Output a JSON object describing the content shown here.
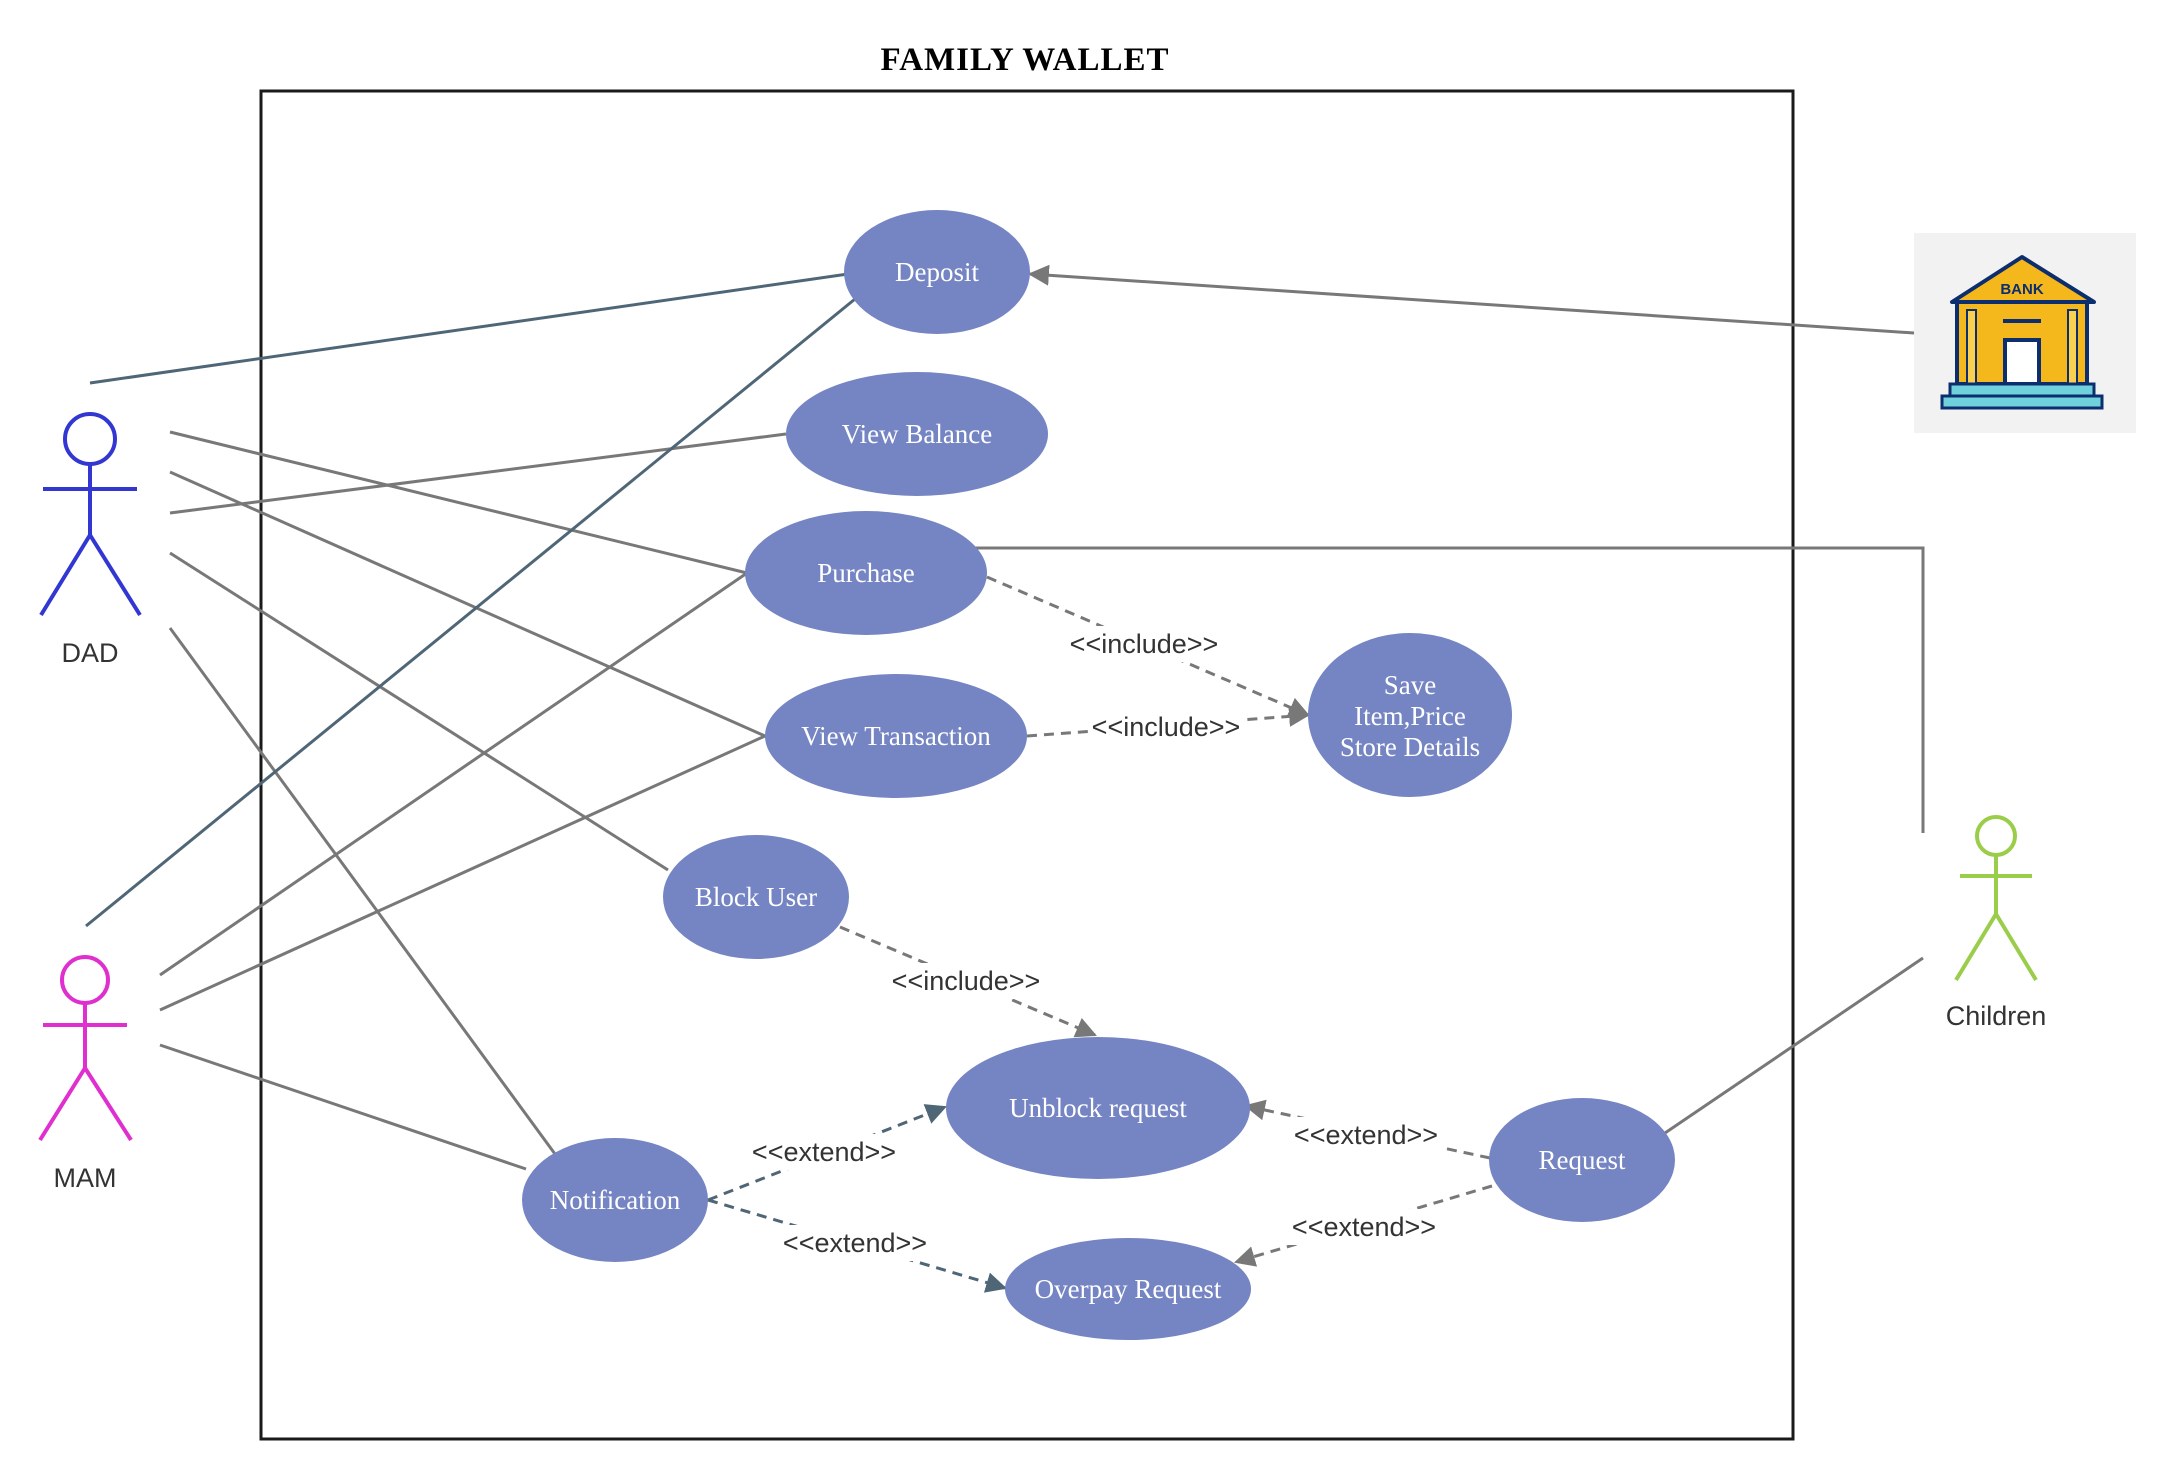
{
  "title": "FAMILY  WALLET",
  "colors": {
    "use_case_fill": "#7584c3",
    "association": "#787878",
    "association_dark": "#4f6676",
    "dad": "#3337d2",
    "mam": "#e02fcf",
    "children": "#9acd4a",
    "bank_yellow": "#f5b81c",
    "bank_navy": "#0d2e6e",
    "bank_teal": "#6fd1dc"
  },
  "actors": {
    "dad": {
      "label": "DAD",
      "icon": "stick-figure-icon"
    },
    "mam": {
      "label": "MAM",
      "icon": "stick-figure-icon"
    },
    "children": {
      "label": "Children",
      "icon": "stick-figure-icon"
    },
    "bank": {
      "label": "BANK",
      "icon": "bank-building-icon"
    }
  },
  "use_cases": {
    "deposit": {
      "label": "Deposit"
    },
    "view_balance": {
      "label": "View Balance"
    },
    "purchase": {
      "label": "Purchase"
    },
    "view_transaction": {
      "label": "View Transaction"
    },
    "save_details": {
      "line1": "Save",
      "line2": "Item,Price",
      "line3": "Store Details"
    },
    "block_user": {
      "label": "Block User"
    },
    "unblock_request": {
      "label": "Unblock request"
    },
    "notification": {
      "label": "Notification"
    },
    "overpay_request": {
      "label": "Overpay Request"
    },
    "request": {
      "label": "Request"
    }
  },
  "relations": {
    "include_purchase": "<<include>>",
    "include_view_transaction": "<<include>>",
    "include_block_user": "<<include>>",
    "extend_notification_unblock": "<<extend>>",
    "extend_notification_overpay": "<<extend>>",
    "extend_request_unblock": "<<extend>>",
    "extend_request_overpay": "<<extend>>"
  }
}
